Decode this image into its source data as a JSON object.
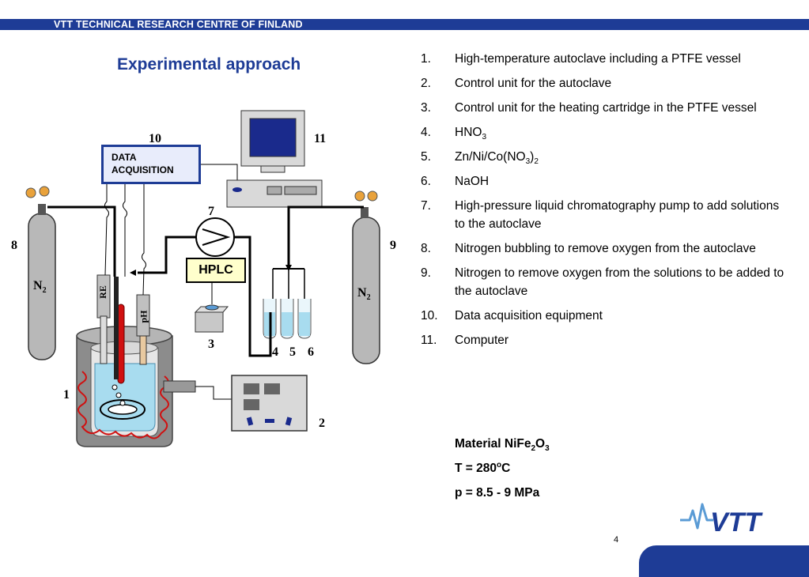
{
  "header": {
    "organization": "VTT TECHNICAL RESEARCH CENTRE OF FINLAND"
  },
  "title": "Experimental approach",
  "diagram": {
    "numbers": [
      "1",
      "2",
      "3",
      "4",
      "5",
      "6",
      "7",
      "8",
      "9",
      "10",
      "11"
    ],
    "data_acquisition_line1": "DATA",
    "data_acquisition_line2": "ACQUISITION",
    "hplc": "HPLC",
    "gas_label": "N",
    "gas_sub": "2",
    "re_label": "RE",
    "ph_label": "pH"
  },
  "legend": [
    {
      "num": "1.",
      "text": "High-temperature autoclave including a PTFE vessel"
    },
    {
      "num": "2.",
      "text": "Control unit for the autoclave"
    },
    {
      "num": "3.",
      "text": "Control unit for the heating cartridge in the PTFE vessel"
    },
    {
      "num": "4.",
      "text": "HNO",
      "sub": "3"
    },
    {
      "num": "5.",
      "text": "Zn/Ni/Co(NO",
      "sub": "3",
      "after": ")",
      "sub2": "2"
    },
    {
      "num": "6.",
      "text": "NaOH"
    },
    {
      "num": "7.",
      "text": "High-pressure liquid chromatography pump to add solutions to the autoclave"
    },
    {
      "num": "8.",
      "text": "Nitrogen bubbling to remove oxygen from the autoclave"
    },
    {
      "num": "9.",
      "text": "Nitrogen to remove oxygen from the solutions to be added to the autoclave"
    },
    {
      "num": "10.",
      "text": "Data acquisition equipment"
    },
    {
      "num": "11.",
      "text": "Computer"
    }
  ],
  "specs": {
    "material_prefix": "Material NiFe",
    "material_sub1": "2",
    "material_mid": "O",
    "material_sub2": "3",
    "temp_prefix": "T = 280",
    "temp_sup": "o",
    "temp_unit": "C",
    "pressure": "p = 8.5 - 9 MPa"
  },
  "footer": {
    "page_number": "4",
    "logo_text": "VTT"
  },
  "colors": {
    "brand_blue": "#1e3c96",
    "heating_coil": "#d01010",
    "water": "#a8dcef"
  }
}
